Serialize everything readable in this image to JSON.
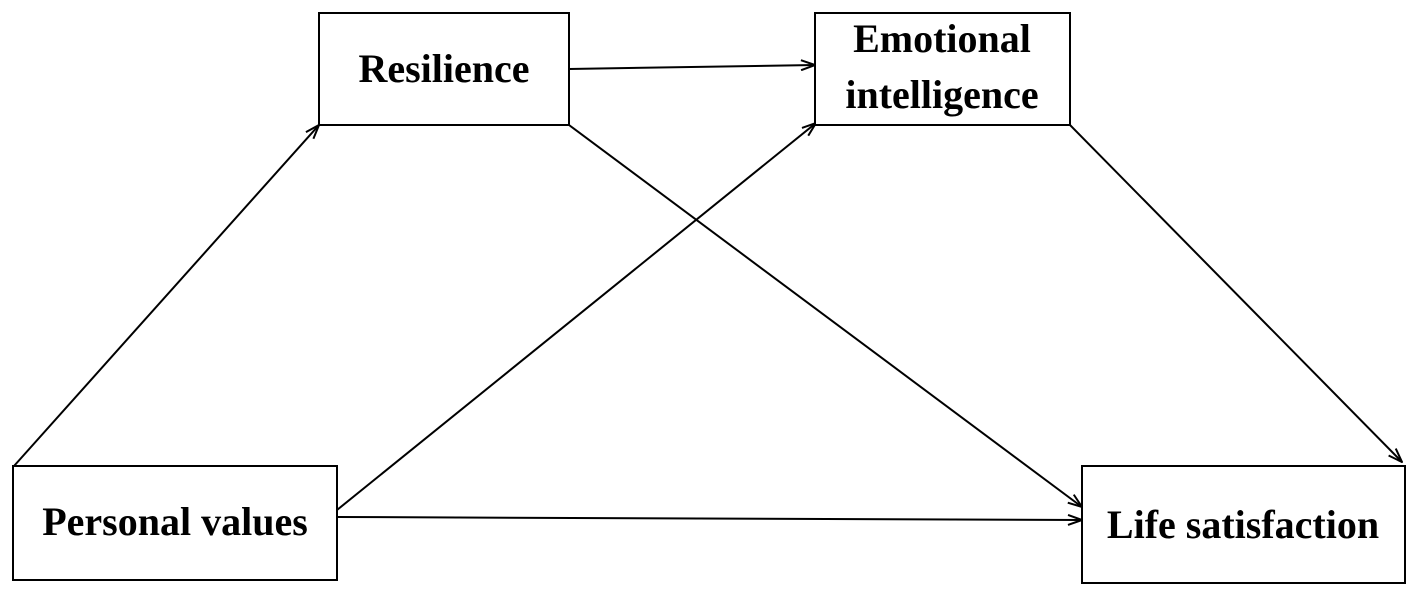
{
  "nodes": {
    "resilience": {
      "label": "Resilience"
    },
    "emotional_intelligence": {
      "label_line1": "Emotional",
      "label_line2": "intelligence"
    },
    "personal_values": {
      "label": "Personal values"
    },
    "life_satisfaction": {
      "label": "Life satisfaction"
    }
  },
  "edges": [
    {
      "from": "personal_values",
      "to": "resilience"
    },
    {
      "from": "personal_values",
      "to": "emotional_intelligence"
    },
    {
      "from": "personal_values",
      "to": "life_satisfaction"
    },
    {
      "from": "resilience",
      "to": "emotional_intelligence"
    },
    {
      "from": "resilience",
      "to": "life_satisfaction"
    },
    {
      "from": "emotional_intelligence",
      "to": "life_satisfaction"
    }
  ],
  "colors": {
    "line": "#000000",
    "box_fill": "#ffffff",
    "text": "#000000"
  }
}
